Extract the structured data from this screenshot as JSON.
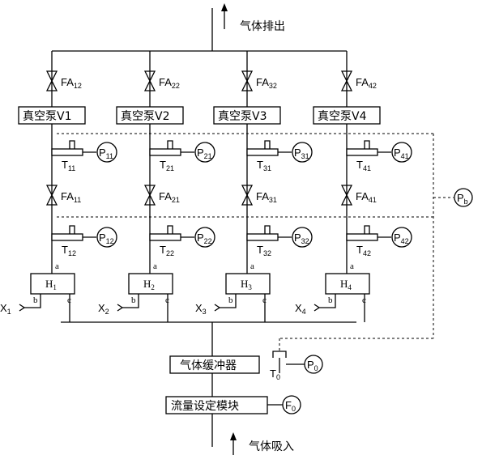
{
  "labels": {
    "exhaust": "气体排出",
    "intake": "气体吸入",
    "buffer": "气体缓冲器",
    "flow_module": "流量设定模块",
    "pb": {
      "base": "P",
      "sub": "b"
    },
    "p0": {
      "base": "P",
      "sub": "0"
    },
    "t0": {
      "base": "T",
      "sub": "0"
    },
    "f0": {
      "base": "F",
      "sub": "0"
    }
  },
  "branches": [
    {
      "pump": "真空泵V1",
      "valve_top": {
        "base": "FA",
        "sub": "12"
      },
      "valve_mid": {
        "base": "FA",
        "sub": "11"
      },
      "tee_top": {
        "base": "T",
        "sub": "11"
      },
      "tee_bot": {
        "base": "T",
        "sub": "12"
      },
      "gauge_top": {
        "base": "P",
        "sub": "11"
      },
      "gauge_bot": {
        "base": "P",
        "sub": "12"
      },
      "h": {
        "base": "H",
        "sub": "1"
      },
      "x": {
        "base": "X",
        "sub": "1"
      }
    },
    {
      "pump": "真空泵V2",
      "valve_top": {
        "base": "FA",
        "sub": "22"
      },
      "valve_mid": {
        "base": "FA",
        "sub": "21"
      },
      "tee_top": {
        "base": "T",
        "sub": "21"
      },
      "tee_bot": {
        "base": "T",
        "sub": "22"
      },
      "gauge_top": {
        "base": "P",
        "sub": "21"
      },
      "gauge_bot": {
        "base": "P",
        "sub": "22"
      },
      "h": {
        "base": "H",
        "sub": "2"
      },
      "x": {
        "base": "X",
        "sub": "2"
      }
    },
    {
      "pump": "真空泵V3",
      "valve_top": {
        "base": "FA",
        "sub": "32"
      },
      "valve_mid": {
        "base": "FA",
        "sub": "31"
      },
      "tee_top": {
        "base": "T",
        "sub": "31"
      },
      "tee_bot": {
        "base": "T",
        "sub": "32"
      },
      "gauge_top": {
        "base": "P",
        "sub": "31"
      },
      "gauge_bot": {
        "base": "P",
        "sub": "32"
      },
      "h": {
        "base": "H",
        "sub": "3"
      },
      "x": {
        "base": "X",
        "sub": "3"
      }
    },
    {
      "pump": "真空泵V4",
      "valve_top": {
        "base": "FA",
        "sub": "42"
      },
      "valve_mid": {
        "base": "FA",
        "sub": "41"
      },
      "tee_top": {
        "base": "T",
        "sub": "41"
      },
      "tee_bot": {
        "base": "T",
        "sub": "42"
      },
      "gauge_top": {
        "base": "P",
        "sub": "41"
      },
      "gauge_bot": {
        "base": "P",
        "sub": "42"
      },
      "h": {
        "base": "H",
        "sub": "4"
      },
      "x": {
        "base": "X",
        "sub": "4"
      }
    }
  ],
  "ports": {
    "a": "a",
    "b": "b",
    "c": "c"
  }
}
